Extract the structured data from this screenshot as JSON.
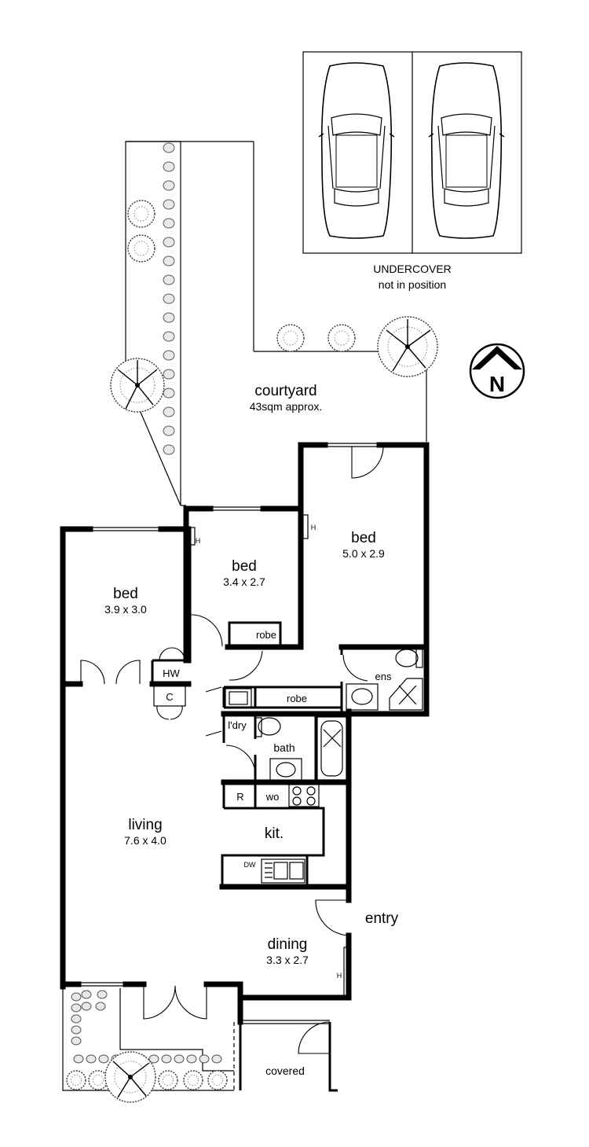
{
  "garage": {
    "title": "UNDERCOVER",
    "note": "not in position"
  },
  "compass": {
    "letter": "N"
  },
  "rooms": {
    "courtyard": {
      "name": "courtyard",
      "area": "43sqm approx."
    },
    "bed_master": {
      "name": "bed",
      "size": "5.0 x 2.9"
    },
    "bed_middle": {
      "name": "bed",
      "size": "3.4 x 2.7"
    },
    "bed_left": {
      "name": "bed",
      "size": "3.9 x 3.0"
    },
    "living": {
      "name": "living",
      "size": "7.6 x 4.0"
    },
    "dining": {
      "name": "dining",
      "size": "3.3 x 2.7"
    },
    "kitchen": {
      "name": "kit."
    },
    "bath": {
      "name": "bath"
    },
    "ensuite": {
      "name": "ens"
    },
    "laundry": {
      "name": "l'dry"
    },
    "entry": {
      "name": "entry"
    },
    "covered": {
      "name": "covered"
    }
  },
  "fixtures": {
    "robe": "robe",
    "hw": "HW",
    "cupboard": "C",
    "fridge": "R",
    "wall_oven": "wo",
    "dishwasher": "DW",
    "heater": "H"
  }
}
